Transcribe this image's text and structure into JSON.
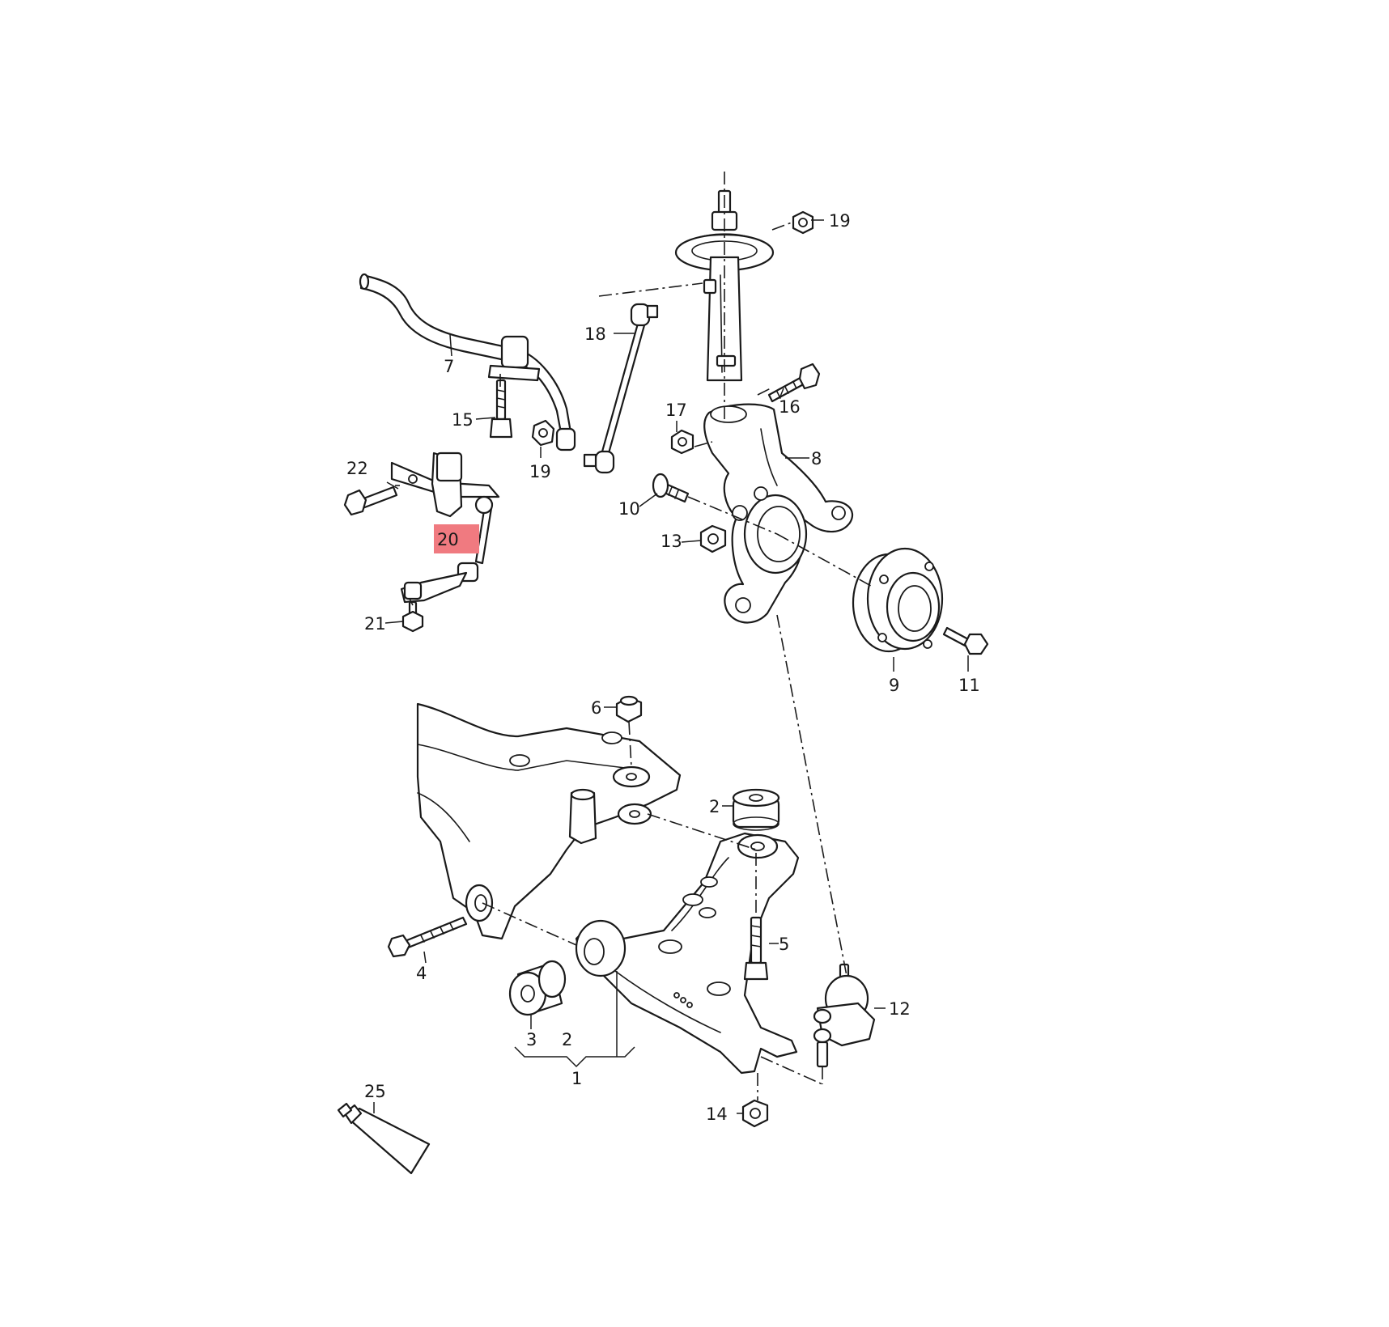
{
  "callouts": [
    {
      "id": "1",
      "text": "1"
    },
    {
      "id": "2",
      "text": "2"
    },
    {
      "id": "2b",
      "text": "2"
    },
    {
      "id": "3",
      "text": "3"
    },
    {
      "id": "4",
      "text": "4"
    },
    {
      "id": "5",
      "text": "5"
    },
    {
      "id": "6",
      "text": "6"
    },
    {
      "id": "7",
      "text": "7"
    },
    {
      "id": "8",
      "text": "8"
    },
    {
      "id": "9",
      "text": "9"
    },
    {
      "id": "10",
      "text": "10"
    },
    {
      "id": "11",
      "text": "11"
    },
    {
      "id": "12",
      "text": "12"
    },
    {
      "id": "13",
      "text": "13"
    },
    {
      "id": "14",
      "text": "14"
    },
    {
      "id": "15",
      "text": "15"
    },
    {
      "id": "16",
      "text": "16"
    },
    {
      "id": "17",
      "text": "17"
    },
    {
      "id": "18",
      "text": "18"
    },
    {
      "id": "19a",
      "text": "19"
    },
    {
      "id": "19b",
      "text": "19"
    },
    {
      "id": "20",
      "text": "20"
    },
    {
      "id": "21",
      "text": "21"
    },
    {
      "id": "22",
      "text": "22"
    },
    {
      "id": "25",
      "text": "25"
    }
  ],
  "highlight": {
    "callout": "20",
    "color": "#f07a80"
  },
  "colors": {
    "ink": "#1a1a1a",
    "background": "#ffffff"
  }
}
